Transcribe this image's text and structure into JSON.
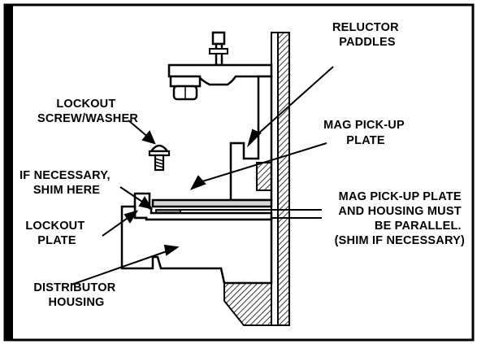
{
  "labels": {
    "reluctor_paddles": [
      "RELUCTOR",
      "PADDLES"
    ],
    "lockout_screw": [
      "LOCKOUT",
      "SCREW/WASHER"
    ],
    "mag_pickup_plate": [
      "MAG PICK-UP",
      "PLATE"
    ],
    "shim_here": [
      "IF NECESSARY,",
      "SHIM HERE"
    ],
    "parallel_note": [
      "MAG PICK-UP PLATE",
      "AND HOUSING MUST",
      "BE PARALLEL.",
      "(SHIM IF NECESSARY)"
    ],
    "lockout_plate": [
      "LOCKOUT",
      "PLATE"
    ],
    "distributor_housing": [
      "DISTRIBUTOR",
      "HOUSING"
    ]
  },
  "colors": {
    "ink": "#000000",
    "paper": "#ffffff",
    "plate_fill": "#d9d9d9",
    "shim_fill": "#9a9a9a"
  }
}
